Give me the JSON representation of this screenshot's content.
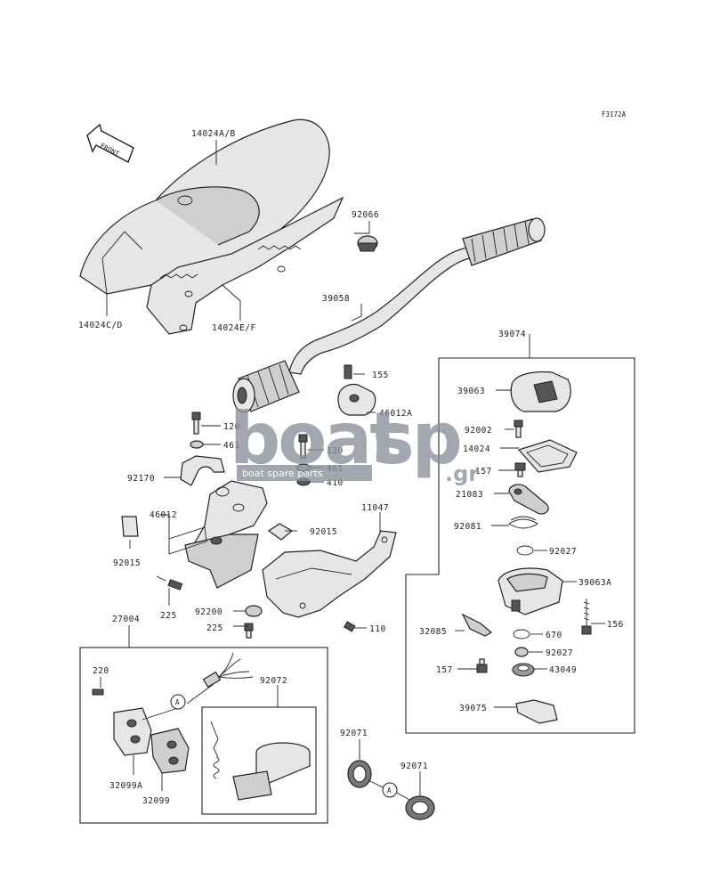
{
  "figure_code": "F3172A",
  "front_label": "FRONT",
  "watermark": {
    "brand": "boat",
    "brand_suffix": "sp",
    "tld": ".gr",
    "tagline": "boat spare parts",
    "color": "#8a8f99"
  },
  "labels": {
    "p14024AB": "14024A/B",
    "p92066": "92066",
    "p14024CD": "14024C/D",
    "p14024EF": "14024E/F",
    "p39058": "39058",
    "p39074": "39074",
    "p155": "155",
    "p46012A": "46012A",
    "p120a": "120",
    "p461a": "461",
    "p120b": "120",
    "p461b": "461",
    "p410": "410",
    "p92170": "92170",
    "p46012": "46012",
    "p92015a": "92015",
    "p92015b": "92015",
    "p11047": "11047",
    "p225a": "225",
    "p92200": "92200",
    "p225b": "225",
    "p110": "110",
    "p27004": "27004",
    "p220": "220",
    "p92072": "92072",
    "pA1": "A",
    "p32099A": "32099A",
    "p32099": "32099",
    "p92071a": "92071",
    "p92071b": "92071",
    "pA2": "A",
    "p39063": "39063",
    "p92002": "92002",
    "p14024": "14024",
    "p157a": "157",
    "p21083": "21083",
    "p92081": "92081",
    "p92027a": "92027",
    "p39063A": "39063A",
    "p156": "156",
    "p32085": "32085",
    "p670": "670",
    "p92027b": "92027",
    "p157b": "157",
    "p43049": "43049",
    "p39075": "39075"
  }
}
